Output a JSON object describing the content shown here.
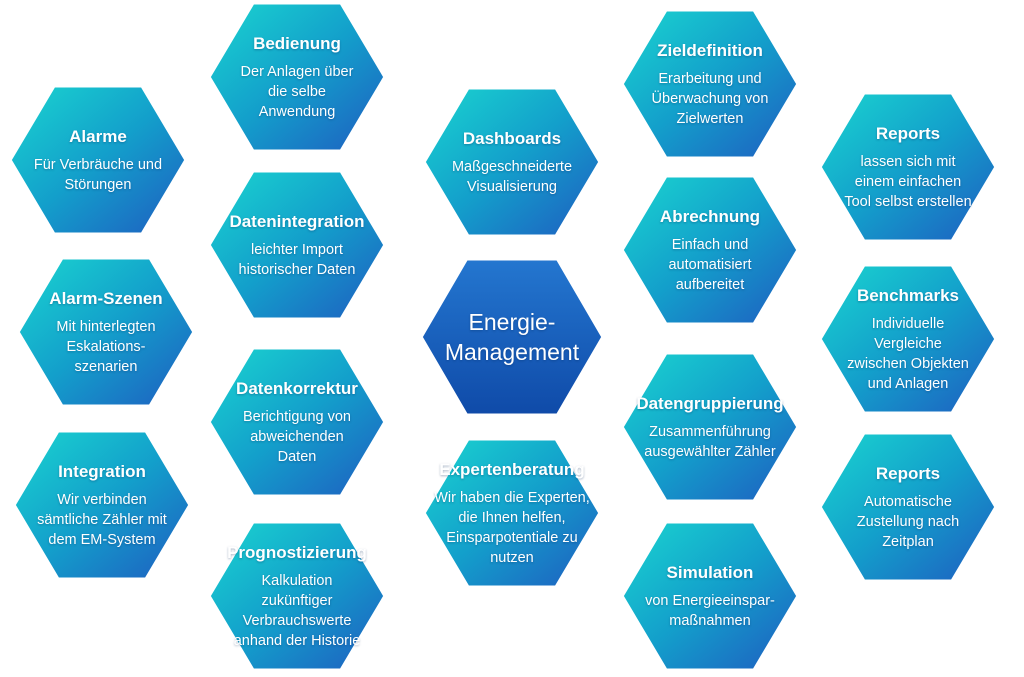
{
  "colors": {
    "hex_gradient_light": "#1ad6d0",
    "hex_gradient_mid": "#139fcb",
    "hex_gradient_dark": "#1f5bc0",
    "center_light": "#2477d0",
    "center_dark": "#0f4aa8",
    "background": "#ffffff"
  },
  "hexagons": [
    {
      "id": "bedienung",
      "title": "Bedienung",
      "lines": [
        "Der Anlagen über",
        "die selbe",
        "Anwendung"
      ]
    },
    {
      "id": "alarme",
      "title": "Alarme",
      "lines": [
        "Für Verbräuche und",
        "Störungen"
      ]
    },
    {
      "id": "datenintegration",
      "title": "Datenintegration",
      "lines": [
        "leichter Import",
        "historischer Daten"
      ]
    },
    {
      "id": "dashboards",
      "title": "Dashboards",
      "lines": [
        "Maßgeschneiderte",
        "Visualisierung"
      ]
    },
    {
      "id": "zieldefinition",
      "title": "Zieldefinition",
      "lines": [
        "Erarbeitung und",
        "Überwachung von",
        "Zielwerten"
      ]
    },
    {
      "id": "reports-tool",
      "title": "Reports",
      "lines": [
        "lassen sich mit",
        "einem einfachen",
        "Tool selbst erstellen"
      ]
    },
    {
      "id": "abrechnung",
      "title": "Abrechnung",
      "lines": [
        "Einfach und",
        "automatisiert",
        "aufbereitet"
      ]
    },
    {
      "id": "alarm-szenen",
      "title": "Alarm-Szenen",
      "lines": [
        "Mit hinterlegten",
        "Eskalations-",
        "szenarien"
      ]
    },
    {
      "id": "energie-management",
      "title": "Energie-\nManagement",
      "lines": [],
      "center": true
    },
    {
      "id": "benchmarks",
      "title": "Benchmarks",
      "lines": [
        "Individuelle",
        "Vergleiche",
        "zwischen Objekten",
        "und Anlagen"
      ]
    },
    {
      "id": "datenkorrektur",
      "title": "Datenkorrektur",
      "lines": [
        "Berichtigung von",
        "abweichenden",
        "Daten"
      ]
    },
    {
      "id": "datengruppierung",
      "title": "Datengruppierung",
      "lines": [
        "Zusammenführung",
        "ausgewählter Zähler"
      ]
    },
    {
      "id": "integration",
      "title": "Integration",
      "lines": [
        "Wir verbinden",
        "sämtliche Zähler mit",
        "dem EM-System"
      ]
    },
    {
      "id": "expertenberatung",
      "title": "Expertenberatung",
      "lines": [
        "Wir haben die Experten,",
        "die Ihnen helfen,",
        "Einsparpotentiale zu",
        "nutzen"
      ]
    },
    {
      "id": "reports-zustellung",
      "title": "Reports",
      "lines": [
        "Automatische",
        "Zustellung nach",
        "Zeitplan"
      ]
    },
    {
      "id": "prognostizierung",
      "title": "Prognostizierung",
      "lines": [
        "Kalkulation",
        "zukünftiger",
        "Verbrauchswerte",
        "anhand der Historie"
      ]
    },
    {
      "id": "simulation",
      "title": "Simulation",
      "lines": [
        "von Energieeinspar-",
        "maßnahmen"
      ]
    }
  ]
}
